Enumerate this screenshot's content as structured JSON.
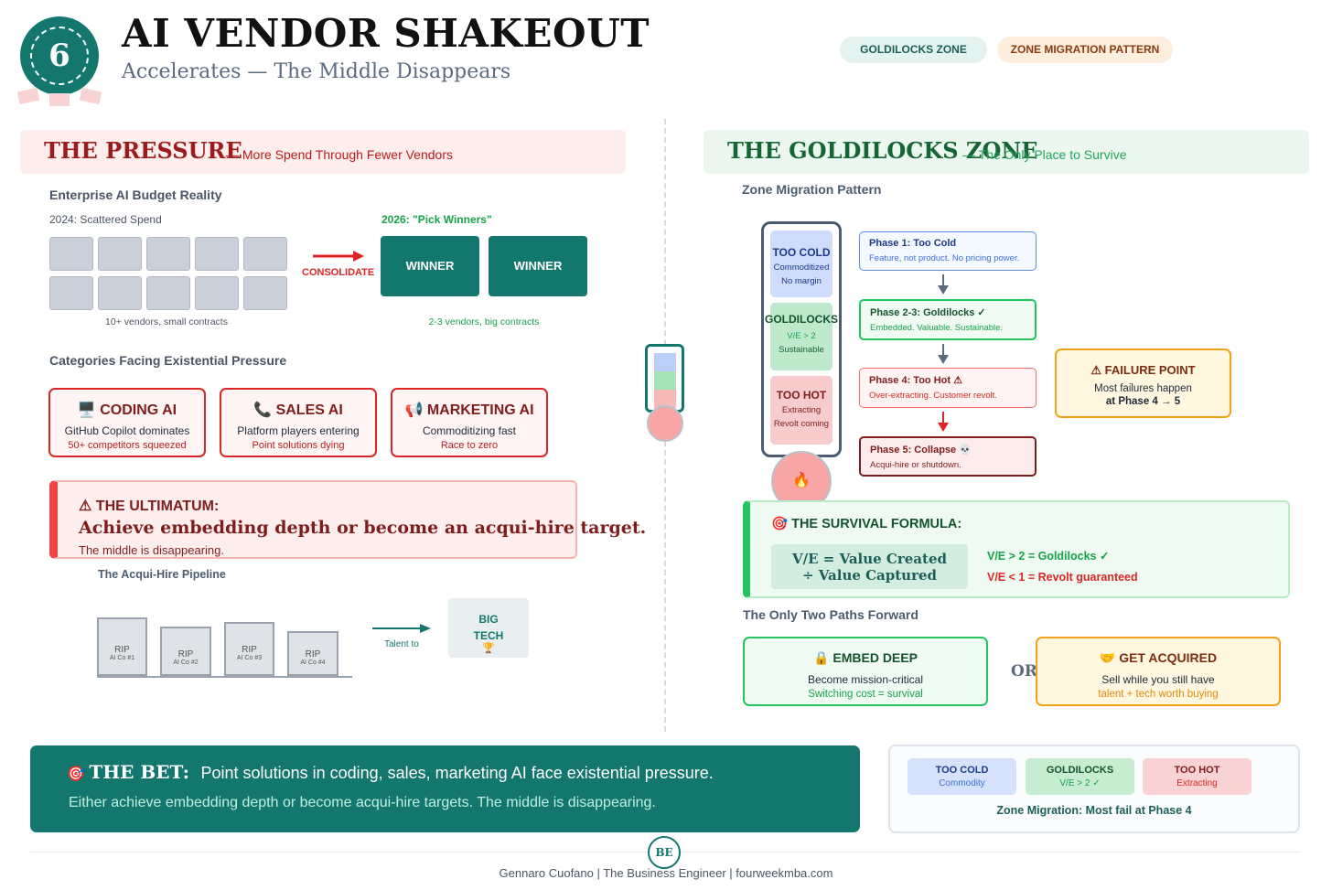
{
  "header": {
    "number": "6",
    "title": "AI VENDOR SHAKEOUT",
    "subtitle": "Accelerates — The Middle Disappears",
    "pill_goldilocks": "GOLDILOCKS ZONE",
    "pill_migration": "ZONE MIGRATION PATTERN"
  },
  "pressure": {
    "title": "THE PRESSURE",
    "subtitle": "— More Spend Through Fewer Vendors",
    "budget_heading": "Enterprise AI Budget Reality",
    "scattered_label": "2024: Scattered Spend",
    "winners_label": "2026: \"Pick Winners\"",
    "consolidate": "CONSOLIDATE",
    "winner_1": "WINNER",
    "winner_2": "WINNER",
    "scattered_caption": "10+ vendors, small contracts",
    "winners_caption": "2-3 vendors, big contracts",
    "categories_heading": "Categories Facing Existential Pressure",
    "categories": [
      {
        "icon": "🖥️",
        "title": "CODING AI",
        "line1": "GitHub Copilot dominates",
        "line2": "50+ competitors squeezed"
      },
      {
        "icon": "📞",
        "title": "SALES AI",
        "line1": "Platform players entering",
        "line2": "Point solutions dying"
      },
      {
        "icon": "📢",
        "title": "MARKETING AI",
        "line1": "Commoditizing fast",
        "line2": "Race to zero"
      }
    ],
    "ultimatum_icon": "⚠",
    "ultimatum_title": "THE ULTIMATUM:",
    "ultimatum_main": "Achieve embedding depth or become an acqui-hire target.",
    "ultimatum_sub": "The middle is disappearing.",
    "pipeline_heading": "The Acqui-Hire Pipeline",
    "rips": [
      {
        "title": "RIP",
        "sub": "AI Co #1"
      },
      {
        "title": "RIP",
        "sub": "AI Co #2"
      },
      {
        "title": "RIP",
        "sub": "AI Co #3"
      },
      {
        "title": "RIP",
        "sub": "AI Co #4"
      }
    ],
    "talent_to": "Talent to",
    "big_tech_1": "BIG",
    "big_tech_2": "TECH",
    "big_tech_icon": "🏆"
  },
  "goldilocks": {
    "title": "THE GOLDILOCKS ZONE",
    "subtitle": "— The Only Place to Survive",
    "migration_heading": "Zone Migration Pattern",
    "zones": {
      "cold_title": "TOO COLD",
      "cold_l1": "Commoditized",
      "cold_l2": "No margin",
      "gold_title": "GOLDILOCKS",
      "gold_l1": "V/E > 2",
      "gold_l2": "Sustainable",
      "hot_title": "TOO HOT",
      "hot_l1": "Extracting",
      "hot_l2": "Revolt coming",
      "fire_icon": "🔥"
    },
    "phases": [
      {
        "title": "Phase 1: Too Cold",
        "desc": "Feature, not product. No pricing power."
      },
      {
        "title": "Phase 2-3: Goldilocks ✓",
        "desc": "Embedded. Valuable. Sustainable."
      },
      {
        "title": "Phase 4: Too Hot ⚠",
        "desc": "Over-extracting. Customer revolt."
      },
      {
        "title": "Phase 5: Collapse 💀",
        "desc": "Acqui-hire or shutdown."
      }
    ],
    "failure_title": "⚠ FAILURE POINT",
    "failure_l1": "Most failures happen",
    "failure_l2": "at Phase 4 → 5",
    "formula_icon": "🎯",
    "formula_title": "THE SURVIVAL FORMULA:",
    "formula_l1": "V/E = Value Created",
    "formula_l2": "÷ Value Captured",
    "formula_good": "V/E > 2 = Goldilocks ✓",
    "formula_bad": "V/E < 1 = Revolt guaranteed",
    "paths_heading": "The Only Two Paths Forward",
    "embed_title": "🔒 EMBED DEEP",
    "embed_l1": "Become mission-critical",
    "embed_l2": "Switching cost = survival",
    "or": "OR",
    "acq_title": "🤝 GET ACQUIRED",
    "acq_l1": "Sell while you still have",
    "acq_l2": "talent + tech worth buying"
  },
  "bet": {
    "icon": "🎯",
    "title": "THE BET:",
    "line1": "Point solutions in coding, sales, marketing AI face existential pressure.",
    "line2": "Either achieve embedding depth or become acqui-hire targets. The middle is disappearing."
  },
  "legend": {
    "cold_title": "TOO COLD",
    "cold_sub": "Commodity",
    "gold_title": "GOLDILOCKS",
    "gold_sub": "V/E > 2 ✓",
    "hot_title": "TOO HOT",
    "hot_sub": "Extracting",
    "caption": "Zone Migration: Most fail at Phase 4"
  },
  "footer": {
    "logo": "BE",
    "text": "Gennaro Cuofano | The Business Engineer | fourweekmba.com"
  },
  "colors": {
    "teal": "#13776e",
    "red": "#dc2626",
    "green": "#22c55e",
    "orange": "#f0a21a",
    "blue": "#3b6fd8"
  }
}
